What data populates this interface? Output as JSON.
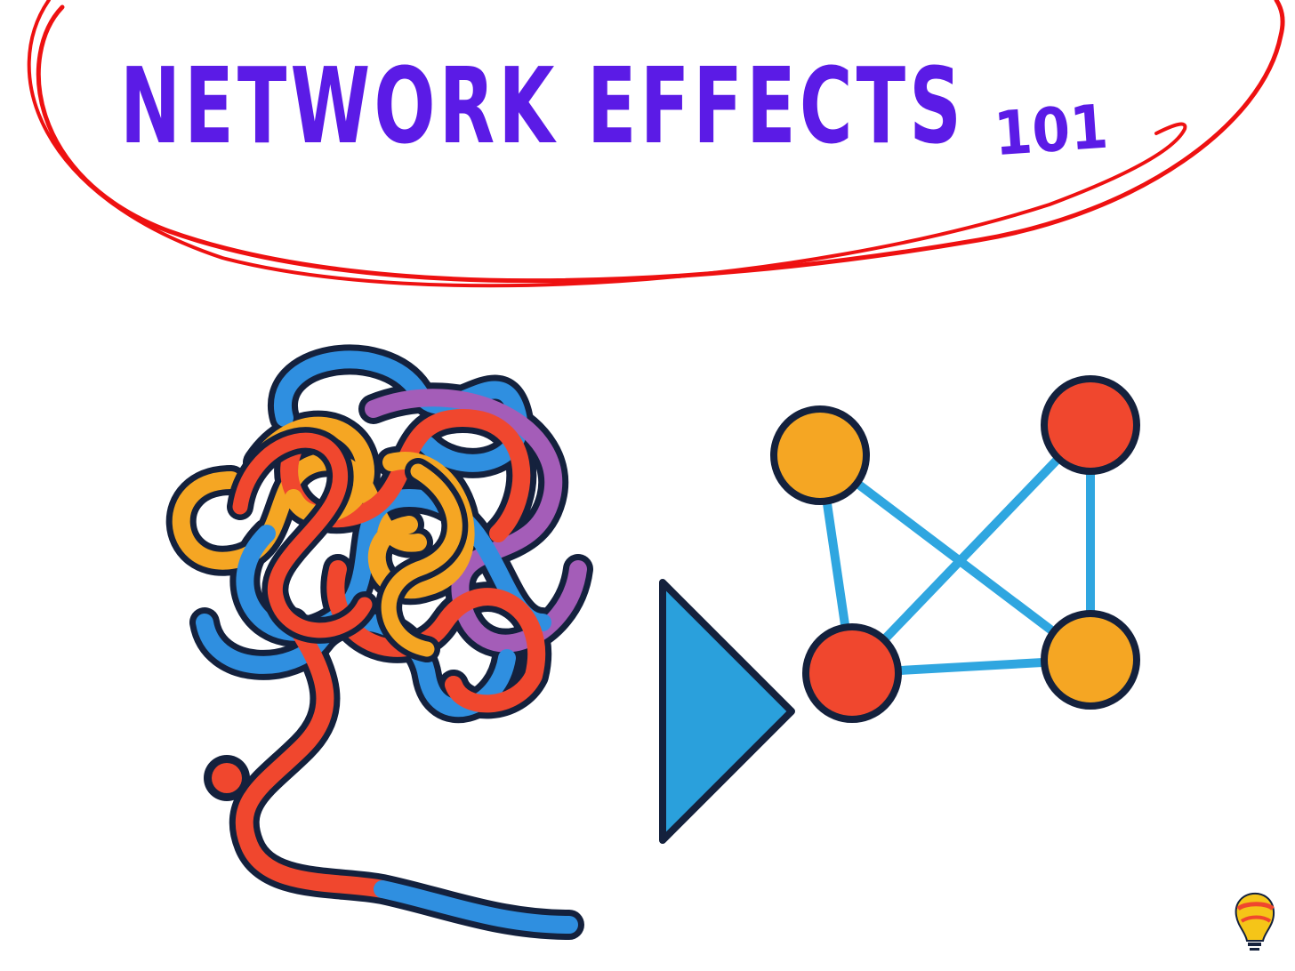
{
  "title": {
    "main": "NETWORK EFFECTS",
    "suffix": "101"
  },
  "colors": {
    "title": "#5b1be6",
    "ellipse": "#ee1111",
    "outline": "#14213d",
    "orange": "#f5a623",
    "red": "#f0472e",
    "blue": "#2f8fe0",
    "purple": "#a45db8",
    "triangle": "#2aa0dc",
    "edge": "#2fa6e0",
    "background": "#ffffff"
  },
  "graph": {
    "nodes": [
      {
        "id": "top-left",
        "color": "orange"
      },
      {
        "id": "top-right",
        "color": "red"
      },
      {
        "id": "bottom-left",
        "color": "red"
      },
      {
        "id": "bottom-right",
        "color": "orange"
      }
    ],
    "edges": [
      [
        "top-left",
        "bottom-left"
      ],
      [
        "top-left",
        "bottom-right"
      ],
      [
        "top-right",
        "bottom-left"
      ],
      [
        "top-right",
        "bottom-right"
      ],
      [
        "bottom-left",
        "bottom-right"
      ]
    ]
  },
  "icons": {
    "tangle": "tangled-yarn-icon",
    "arrow": "play-triangle-icon",
    "network": "network-graph-icon",
    "logo": "lightbulb-logo-icon"
  }
}
